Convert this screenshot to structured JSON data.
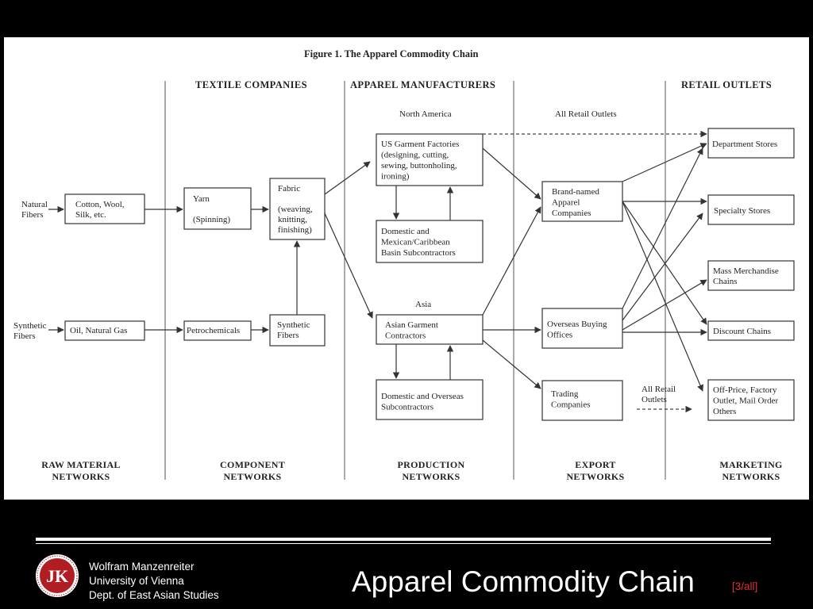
{
  "figure": {
    "title": "Figure 1. The Apparel Commodity Chain",
    "headers": {
      "textile": "TEXTILE COMPANIES",
      "apparel": "APPAREL MANUFACTURERS",
      "retail": "RETAIL OUTLETS"
    },
    "subheaders": {
      "north_america": "North America",
      "all_retail": "All Retail Outlets",
      "asia": "Asia"
    },
    "side_labels": {
      "natural": [
        "Natural",
        "Fibers"
      ],
      "synthetic": [
        "Synthetic",
        "Fibers"
      ],
      "all_retail_outlets": [
        "All Retail",
        "Outlets"
      ]
    },
    "boxes": {
      "cotton": [
        "Cotton, Wool,",
        "Silk, etc."
      ],
      "yarn": [
        "Yarn",
        "",
        "(Spinning)"
      ],
      "fabric": [
        "Fabric",
        "",
        "(weaving,",
        "knitting,",
        "finishing)"
      ],
      "oil": [
        "Oil, Natural Gas"
      ],
      "petro": [
        "Petrochemicals"
      ],
      "synthetic_fibers": [
        "Synthetic",
        "Fibers"
      ],
      "us_factories": [
        "US Garment Factories",
        "(designing, cutting,",
        "sewing, buttonholing,",
        "ironing)"
      ],
      "mexican_sub": [
        "Domestic and",
        "Mexican/Caribbean",
        "Basin Subcontractors"
      ],
      "asian_contractors": [
        "Asian Garment",
        "Contractors"
      ],
      "overseas_sub": [
        "Domestic and Overseas",
        "Subcontractors"
      ],
      "brand_named": [
        "Brand-named",
        "Apparel",
        "Companies"
      ],
      "overseas_buying": [
        "Overseas Buying",
        "Offices"
      ],
      "trading": [
        "Trading",
        "Companies"
      ],
      "department": [
        "Department Stores"
      ],
      "specialty": [
        "Specialty Stores"
      ],
      "mass": [
        "Mass Merchandise",
        "Chains"
      ],
      "discount": [
        "Discount Chains"
      ],
      "off_price": [
        "Off-Price, Factory",
        "Outlet, Mail Order",
        "Others"
      ]
    },
    "networks": {
      "raw": [
        "RAW MATERIAL",
        "NETWORKS"
      ],
      "component": [
        "COMPONENT",
        "NETWORKS"
      ],
      "production": [
        "PRODUCTION",
        "NETWORKS"
      ],
      "export": [
        "EXPORT",
        "NETWORKS"
      ],
      "marketing": [
        "MARKETING",
        "NETWORKS"
      ]
    }
  },
  "footer": {
    "affiliation": [
      "Wolfram Manzenreiter",
      "University of Vienna",
      "Dept. of East Asian Studies"
    ],
    "slide_title": "Apparel Commodity Chain",
    "slide_counter": "[3/all]",
    "logo_text": "JK"
  },
  "colors": {
    "background": "#000000",
    "panel": "#ffffff",
    "counter": "#e03030",
    "logo": "#b01e23"
  }
}
